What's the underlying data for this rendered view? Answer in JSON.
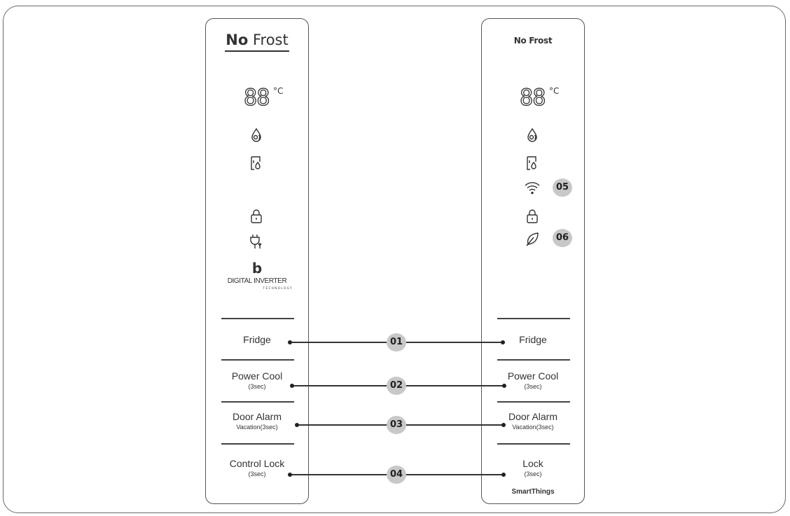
{
  "left_panel": {
    "brand_no": "No",
    "brand_frost": "Frost",
    "temperature": "88",
    "unit": "°C",
    "inverter_logo_letter": "b",
    "inverter_text": "DIGITAL INVERTER",
    "inverter_sub": "TECHNOLOGY",
    "buttons": [
      {
        "label": "Fridge",
        "sub": ""
      },
      {
        "label": "Power Cool",
        "sub": "(3sec)"
      },
      {
        "label": "Door Alarm",
        "sub": "Vacation(3sec)"
      },
      {
        "label": "Control Lock",
        "sub": "(3sec)"
      }
    ]
  },
  "right_panel": {
    "brand": "No Frost",
    "temperature": "88",
    "unit": "°C",
    "buttons": [
      {
        "label": "Fridge",
        "sub": ""
      },
      {
        "label": "Power Cool",
        "sub": "(3sec)"
      },
      {
        "label": "Door Alarm",
        "sub": "Vacation(3sec)"
      },
      {
        "label": "Lock",
        "sub": "(3sec)"
      }
    ],
    "smartthings": "SmartThings"
  },
  "icons": {
    "water_filter": "water-filter-icon",
    "door_ice": "door-icon",
    "wifi": "wifi-icon",
    "lock": "lock-icon",
    "plug": "plug-icon",
    "eco": "leaf-icon"
  },
  "callouts": [
    "01",
    "02",
    "03",
    "04",
    "05",
    "06"
  ],
  "colors": {
    "line": "#333333",
    "badge": "#c8c8c8"
  }
}
